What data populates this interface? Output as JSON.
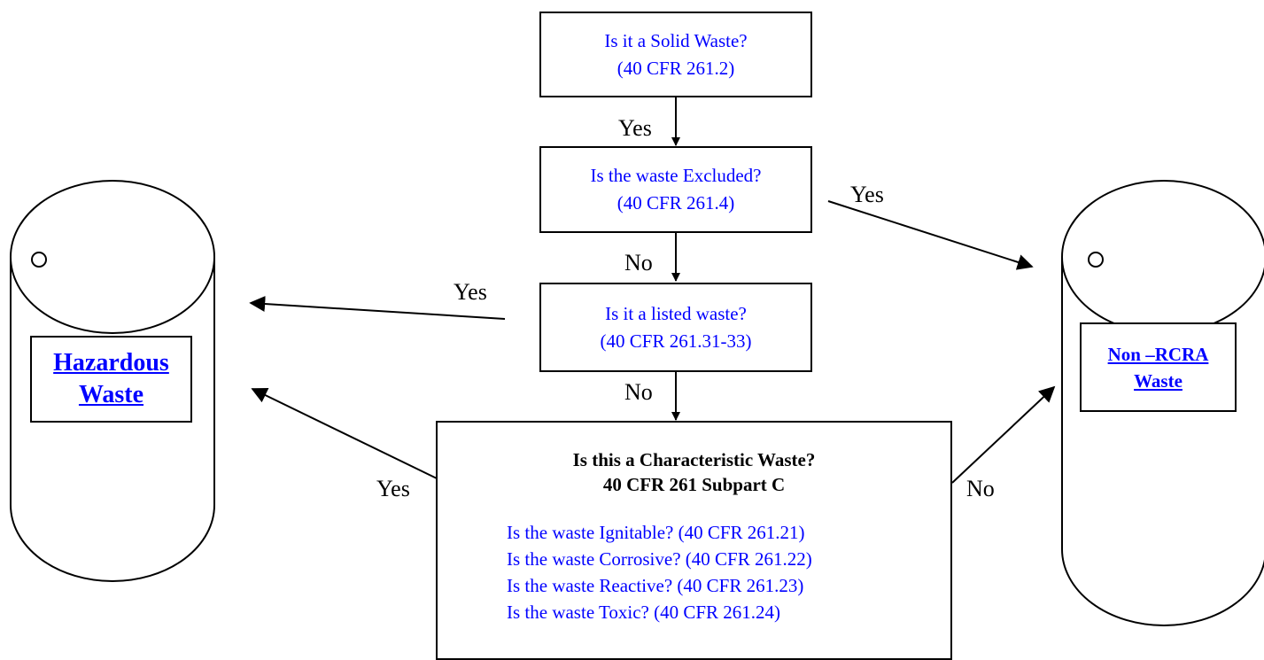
{
  "nodes": {
    "solid_waste": {
      "line1": "Is it a Solid Waste?",
      "line2": "(40 CFR 261.2)"
    },
    "excluded": {
      "line1": "Is the waste Excluded?",
      "line2": "(40 CFR 261.4)"
    },
    "listed": {
      "line1": "Is it a listed waste?",
      "line2": "(40 CFR 261.31-33)"
    },
    "characteristic": {
      "title1": "Is this a Characteristic Waste?",
      "title2": "40 CFR 261 Subpart C",
      "questions": [
        "Is the waste Ignitable? (40 CFR 261.21)",
        "Is the waste Corrosive? (40 CFR 261.22)",
        "Is the waste Reactive? (40 CFR 261.23)",
        "Is the waste Toxic? (40 CFR 261.24)"
      ]
    }
  },
  "destinations": {
    "hazardous": {
      "line1": "Hazardous",
      "line2": "Waste"
    },
    "non_rcra": {
      "line1": "Non –RCRA",
      "line2": "Waste"
    }
  },
  "edge_labels": {
    "solid_to_excluded": "Yes",
    "excluded_to_nonrcra": "Yes",
    "excluded_to_listed": "No",
    "listed_to_hazardous": "Yes",
    "listed_to_characteristic": "No",
    "characteristic_to_hazardous": "Yes",
    "characteristic_to_nonrcra": "No"
  },
  "colors": {
    "question_text": "#0000ff",
    "link_text": "#0000ff",
    "line": "#000000"
  }
}
